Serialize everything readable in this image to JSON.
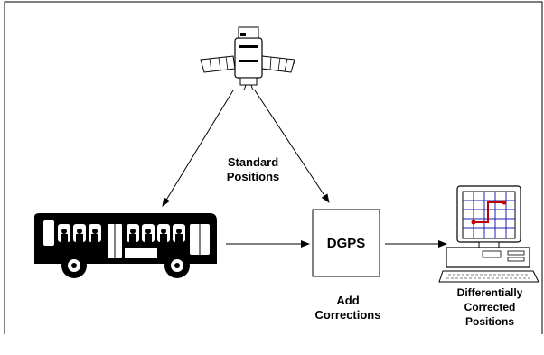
{
  "labels": {
    "standard_line1": "Standard",
    "standard_line2": "Positions",
    "dgps": "DGPS",
    "add_line1": "Add",
    "add_line2": "Corrections",
    "diff_line1": "Differentially",
    "diff_line2": "Corrected",
    "diff_line3": "Positions"
  },
  "icons": [
    "satellite-icon",
    "bus-icon",
    "computer-icon"
  ],
  "colors": {
    "stroke": "#000000",
    "background": "#ffffff",
    "screen_blue": "#2020b0",
    "route_red": "#c00000"
  }
}
